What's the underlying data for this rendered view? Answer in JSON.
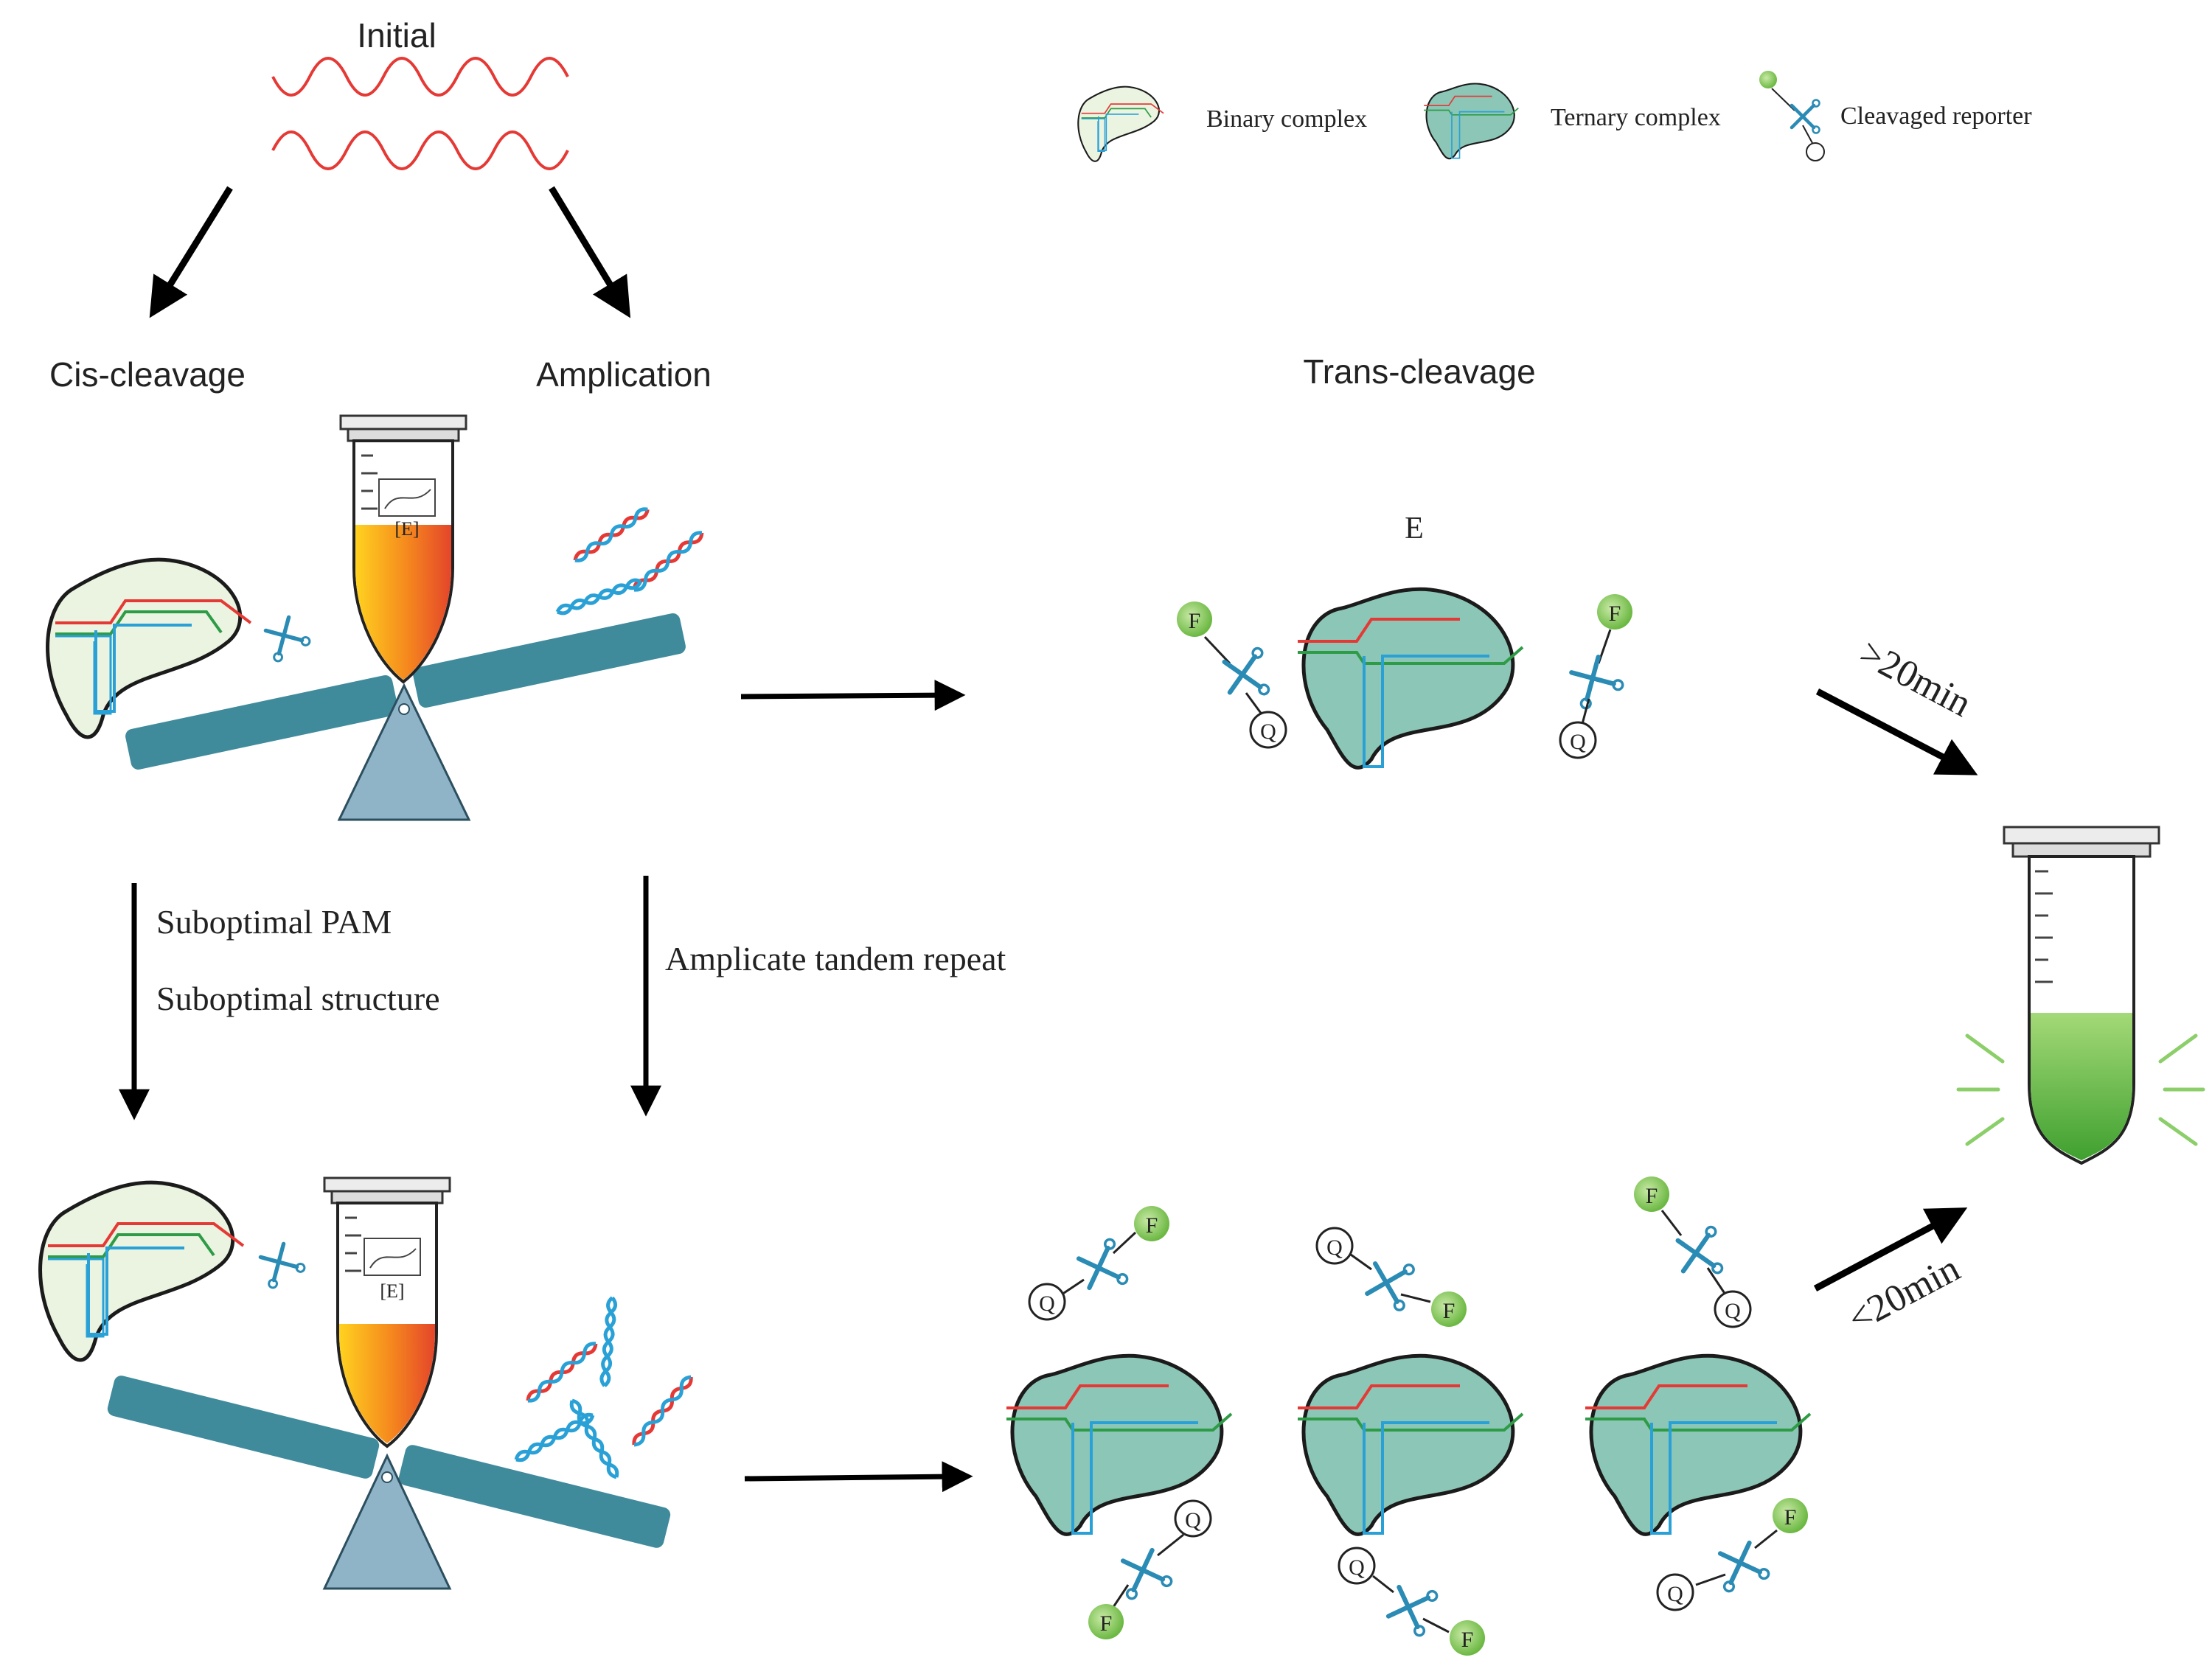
{
  "title": "Initial",
  "legend": {
    "binary": "Binary complex",
    "ternary": "Ternary complex",
    "reporter": "Cleavaged reporter"
  },
  "branches": {
    "cis": "Cis-cleavage",
    "amp": "Amplication",
    "trans": "Trans-cleavage"
  },
  "steps": {
    "pam": "Suboptimal PAM",
    "structure": "Suboptimal structure",
    "tandem": "Amplicate tandem repeat"
  },
  "tube_label": "[E]",
  "e_label": "E",
  "time": {
    "slow": ">20min",
    "fast": "<20min"
  },
  "reporter_letters": {
    "f": "F",
    "q": "Q"
  },
  "colors": {
    "binary_fill": "#eaf4e1",
    "ternary_fill": "#8cc6b7",
    "beam": "#3f8b9c",
    "fulcrum": "#8fb3c7",
    "rna_red": "#e53935",
    "dna_green": "#2e9b46",
    "guide_blue": "#2aa1d6",
    "fluor_green": "#7cc24a",
    "tube_signal": "#6cbf45"
  }
}
